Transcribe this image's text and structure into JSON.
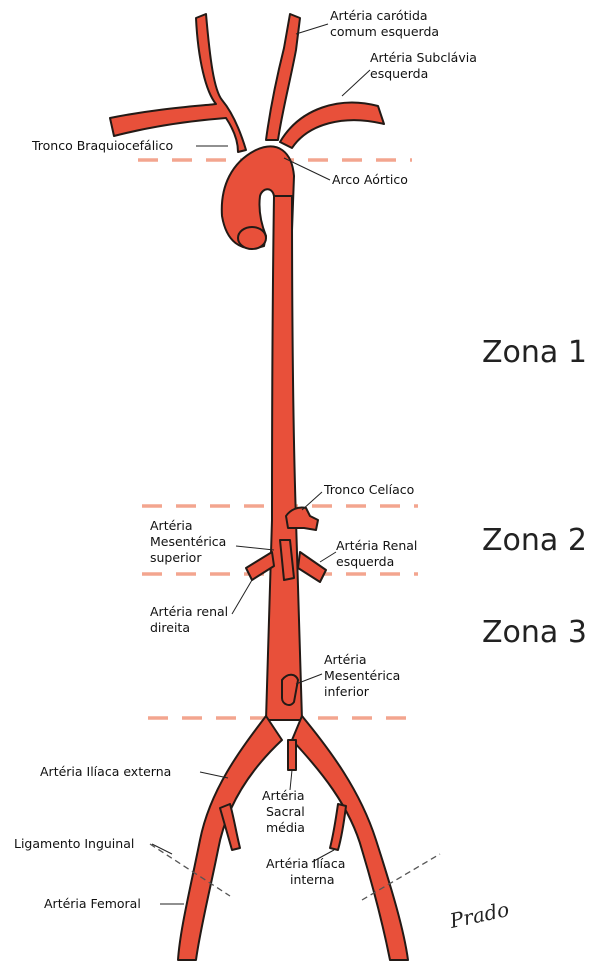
{
  "labels": {
    "carotida": [
      "Artéria carótida",
      "comum esquerda"
    ],
    "subclavia": [
      "Artéria Subclávia",
      "esquerda"
    ],
    "tronco_braquio": [
      "Tronco Braquiocefálico"
    ],
    "arco": [
      "Arco Aórtico"
    ],
    "celiaco": [
      "Tronco Celíaco"
    ],
    "mes_sup": [
      "Artéria",
      "Mesentérica",
      "superior"
    ],
    "renal_esq": [
      "Artéria Renal",
      "esquerda"
    ],
    "renal_dir": [
      "Artéria renal",
      "direita"
    ],
    "mes_inf": [
      "Artéria",
      "Mesentérica",
      "inferior"
    ],
    "iliaca_ext": [
      "Artéria Ilíaca externa"
    ],
    "sacral": [
      "Artéria",
      "Sacral",
      "média"
    ],
    "ligamento": [
      "Ligamento Inguinal"
    ],
    "iliaca_int": [
      "Artéria Ilíaca",
      "interna"
    ],
    "femoral": [
      "Artéria Femoral"
    ]
  },
  "zones": [
    "Zona 1",
    "Zona 2",
    "Zona 3"
  ],
  "signature": "Prado",
  "colors": {
    "artery": "#e8503a",
    "outline": "#231a16",
    "zone_divider": "#f3a58f"
  }
}
